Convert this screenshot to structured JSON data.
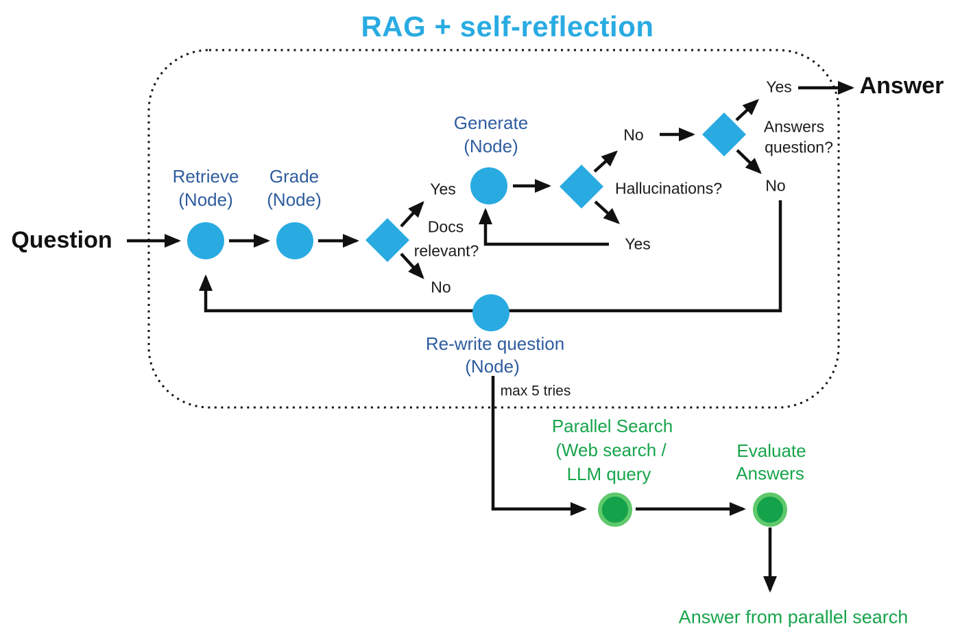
{
  "title": "RAG + self-reflection",
  "colors": {
    "accent_cyan": "#29ABE2",
    "node_label_blue": "#2E5C9E",
    "green_text": "#17A44B",
    "green_node_fill": "#14A24A",
    "green_node_ring": "#5FC96C",
    "line_black": "#111111"
  },
  "io": {
    "question_label": "Question",
    "answer_label": "Answer",
    "parallel_answer_label": "Answer from parallel search"
  },
  "nodes": {
    "retrieve": {
      "line1": "Retrieve",
      "line2": "(Node)"
    },
    "grade": {
      "line1": "Grade",
      "line2": "(Node)"
    },
    "generate": {
      "line1": "Generate",
      "line2": "(Node)"
    },
    "rewrite": {
      "line1": "Re-write question",
      "line2": "(Node)"
    },
    "parallel_search": {
      "line1": "Parallel Search",
      "line2": "(Web search /",
      "line3": "LLM query"
    },
    "evaluate_answers": {
      "line1": "Evaluate",
      "line2": "Answers"
    }
  },
  "decisions": {
    "docs_relevant": {
      "line1": "Docs",
      "line2": "relevant?",
      "yes": "Yes",
      "no": "No"
    },
    "hallucinations": {
      "label": "Hallucinations?",
      "no": "No",
      "yes": "Yes"
    },
    "answers_question": {
      "line1": "Answers",
      "line2": "question?",
      "yes": "Yes",
      "no": "No"
    }
  },
  "notes": {
    "max_tries": "max 5 tries"
  }
}
